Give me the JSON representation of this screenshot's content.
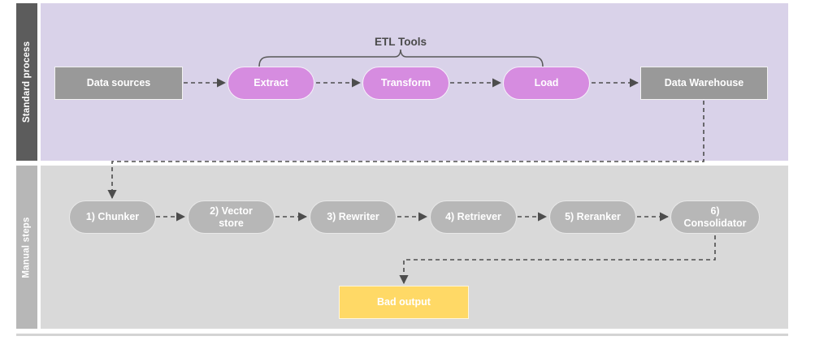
{
  "diagram": {
    "title": "ETL and manual RAG pipeline swimlane diagram",
    "lanes": [
      {
        "id": "standard-process",
        "label": "Standard process",
        "band_color": "#d9d2e9",
        "strip_color": "#5c5c5c"
      },
      {
        "id": "manual-steps",
        "label": "Manual steps",
        "band_color": "#d9d9d9",
        "strip_color": "#b7b7b7"
      }
    ],
    "annotations": {
      "etl_bracket_label": "ETL Tools"
    },
    "top_row": {
      "nodes": [
        {
          "id": "data-sources",
          "label": "Data sources",
          "shape": "rect",
          "color": "#999999"
        },
        {
          "id": "extract",
          "label": "Extract",
          "shape": "pill",
          "color": "#d68ce0"
        },
        {
          "id": "transform",
          "label": "Transform",
          "shape": "pill",
          "color": "#d68ce0"
        },
        {
          "id": "load",
          "label": "Load",
          "shape": "pill",
          "color": "#d68ce0"
        },
        {
          "id": "data-warehouse",
          "label": "Data Warehouse",
          "shape": "rect",
          "color": "#999999"
        }
      ]
    },
    "bottom_row": {
      "nodes": [
        {
          "id": "chunker",
          "label": "1) Chunker",
          "shape": "pill",
          "color": "#b7b7b7"
        },
        {
          "id": "vector-store",
          "label": "2) Vector\nstore",
          "line1": "2) Vector",
          "line2": "store",
          "shape": "pill",
          "color": "#b7b7b7"
        },
        {
          "id": "rewriter",
          "label": "3) Rewriter",
          "shape": "pill",
          "color": "#b7b7b7"
        },
        {
          "id": "retriever",
          "label": "4) Retriever",
          "shape": "pill",
          "color": "#b7b7b7"
        },
        {
          "id": "reranker",
          "label": "5) Reranker",
          "shape": "pill",
          "color": "#b7b7b7"
        },
        {
          "id": "consolidator",
          "line1": "6)",
          "line2": "Consolidator",
          "label": "6) Consolidator",
          "shape": "pill",
          "color": "#b7b7b7"
        }
      ],
      "output": {
        "id": "bad-output",
        "label": "Bad output",
        "shape": "rect",
        "color": "#ffd966"
      }
    },
    "connector_color": "#4d4d4d"
  }
}
